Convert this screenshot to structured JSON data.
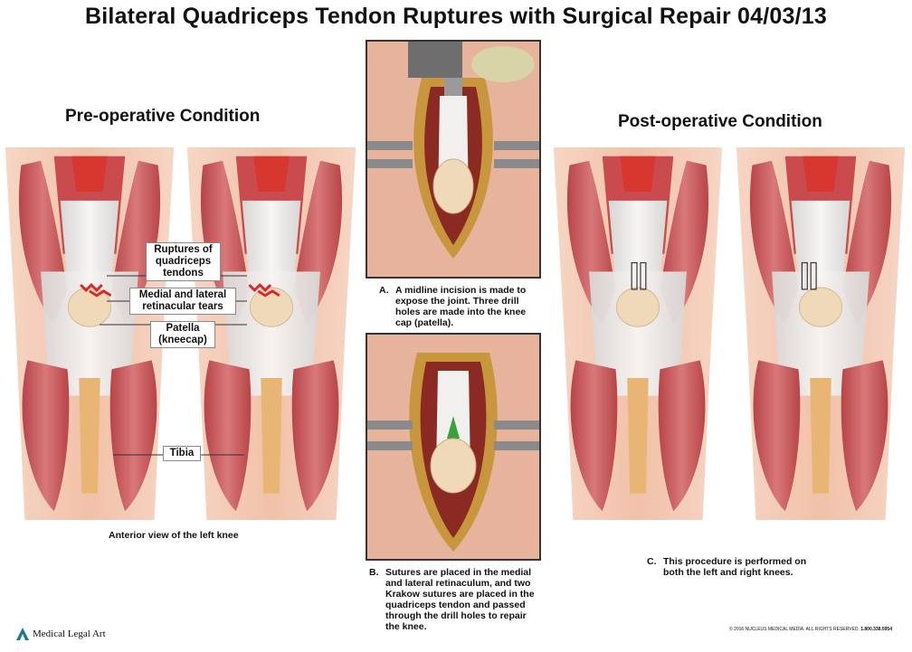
{
  "title": "Bilateral Quadriceps Tendon Ruptures with Surgical Repair 04/03/13",
  "pre_op": {
    "heading": "Pre-operative Condition",
    "labels": {
      "ruptures": "Ruptures of quadriceps tendons",
      "retinacular": "Medial and lateral retinacular tears",
      "patella": "Patella (kneecap)",
      "tibia": "Tibia"
    },
    "caption": "Anterior view of the left knee"
  },
  "post_op": {
    "heading": "Post-operative Condition",
    "caption_letter": "C.",
    "caption": "This procedure is performed on both the left and right knees."
  },
  "step_a": {
    "letter": "A.",
    "caption": "A midline incision is made to expose the joint. Three drill holes are made into the knee cap (patella)."
  },
  "step_b": {
    "letter": "B.",
    "caption": "Sutures are placed in the medial and lateral retinaculum, and two Krakow sutures are placed in the quadriceps tendon and passed through the drill holes to repair the knee."
  },
  "footer": {
    "logo_text": "Medical Legal Art",
    "copyright": "© 2016 NUCLEUS MEDICAL MEDIA. ALL RIGHTS RESERVED.",
    "phone": "1.800.338.5954"
  },
  "colors": {
    "muscle": "#c9575a",
    "muscle_dark": "#a83a3f",
    "tendon": "#e8e6e4",
    "skin": "#f2c7b0",
    "bone": "#efd9b8",
    "tear": "#d42a2a",
    "logo_teal": "#1f7b86"
  }
}
